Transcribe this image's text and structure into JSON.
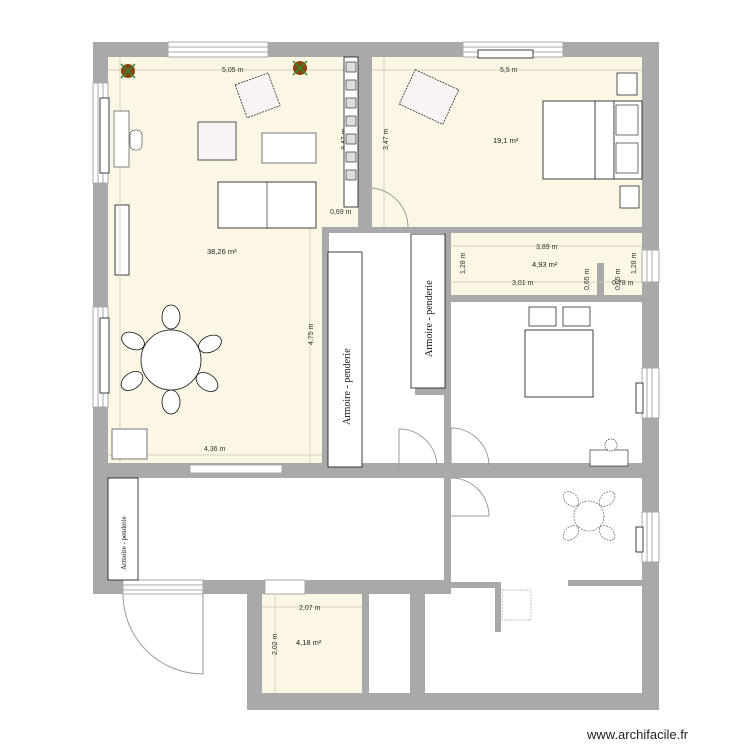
{
  "plan": {
    "colors": {
      "wall": "#a9a9a9",
      "room_fill": "#fcf6e4",
      "dim_line": "#c9c4b0",
      "furniture_stroke": "#111111",
      "door_arc": "#9a9a9a",
      "plant_pot": "#8b4513",
      "plant_leaf": "#2e8b2e"
    },
    "rooms": [
      {
        "id": "living",
        "area": "38,26 m²",
        "dims": [
          "5,05 m",
          "4,75 m",
          "4,36 m",
          "3,47 m",
          "0,69 m"
        ]
      },
      {
        "id": "bedroom",
        "area": "19,1 m²",
        "dims": [
          "5,5 m",
          "3,47 m"
        ]
      },
      {
        "id": "corridor",
        "area": "4,93 m²",
        "dims": [
          "3,89 m",
          "3,01 m",
          "1,28 m",
          "1,28 m",
          "0,65 m",
          "0,78 m",
          "0,65 m"
        ]
      },
      {
        "id": "small-room",
        "area": "4,18 m²",
        "dims": [
          "2,07 m",
          "2,02 m"
        ]
      }
    ],
    "labels": {
      "living_area": "38,26 m²",
      "living_top_dim": "5,05 m",
      "living_right_dim": "4,75 m",
      "living_bottom_dim": "4,36 m",
      "living_small_dim": "0,69 m",
      "living_tv_dim": "3,47 m",
      "bedroom_area": "19,1 m²",
      "bedroom_top_dim": "5,5 m",
      "bedroom_left_dim": "3,47 m",
      "corridor_area": "4,93 m²",
      "corridor_top_dim": "3,89 m",
      "corridor_mid_dim": "3,01 m",
      "corridor_left_dim": "1,28 m",
      "corridor_right_dim": "1,28 m",
      "corridor_a_dim": "0,65 m",
      "corridor_b_dim": "0,78 m",
      "corridor_c_dim": "0,65 m",
      "small_area": "4,18 m²",
      "small_top_dim": "2,07 m",
      "small_left_dim": "2,02 m"
    },
    "wardrobes": [
      {
        "label": "Armoire - penderie"
      },
      {
        "label": "Armoire - penderie"
      },
      {
        "label": "Armoire - penderie"
      }
    ]
  },
  "watermark": "www.archifacile.fr"
}
